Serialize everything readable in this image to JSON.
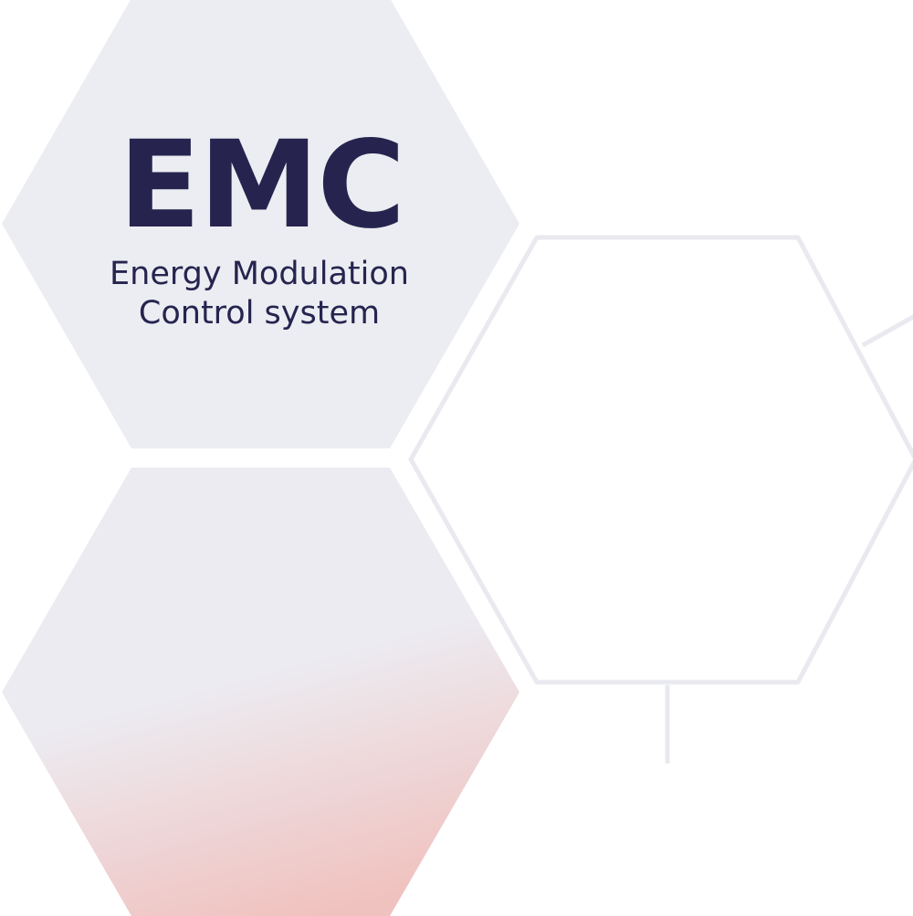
{
  "emc_hexagon": {
    "acronym": "EMC",
    "subtitle_line1": "Energy Modulation",
    "subtitle_line2": "Control system"
  },
  "colors": {
    "text": "#26244f",
    "hex_fill": "#ecedf2",
    "outline": "#e9e9f0",
    "gradient_top": "#ecebf1",
    "gradient_bottom": "#f0c2bf"
  }
}
